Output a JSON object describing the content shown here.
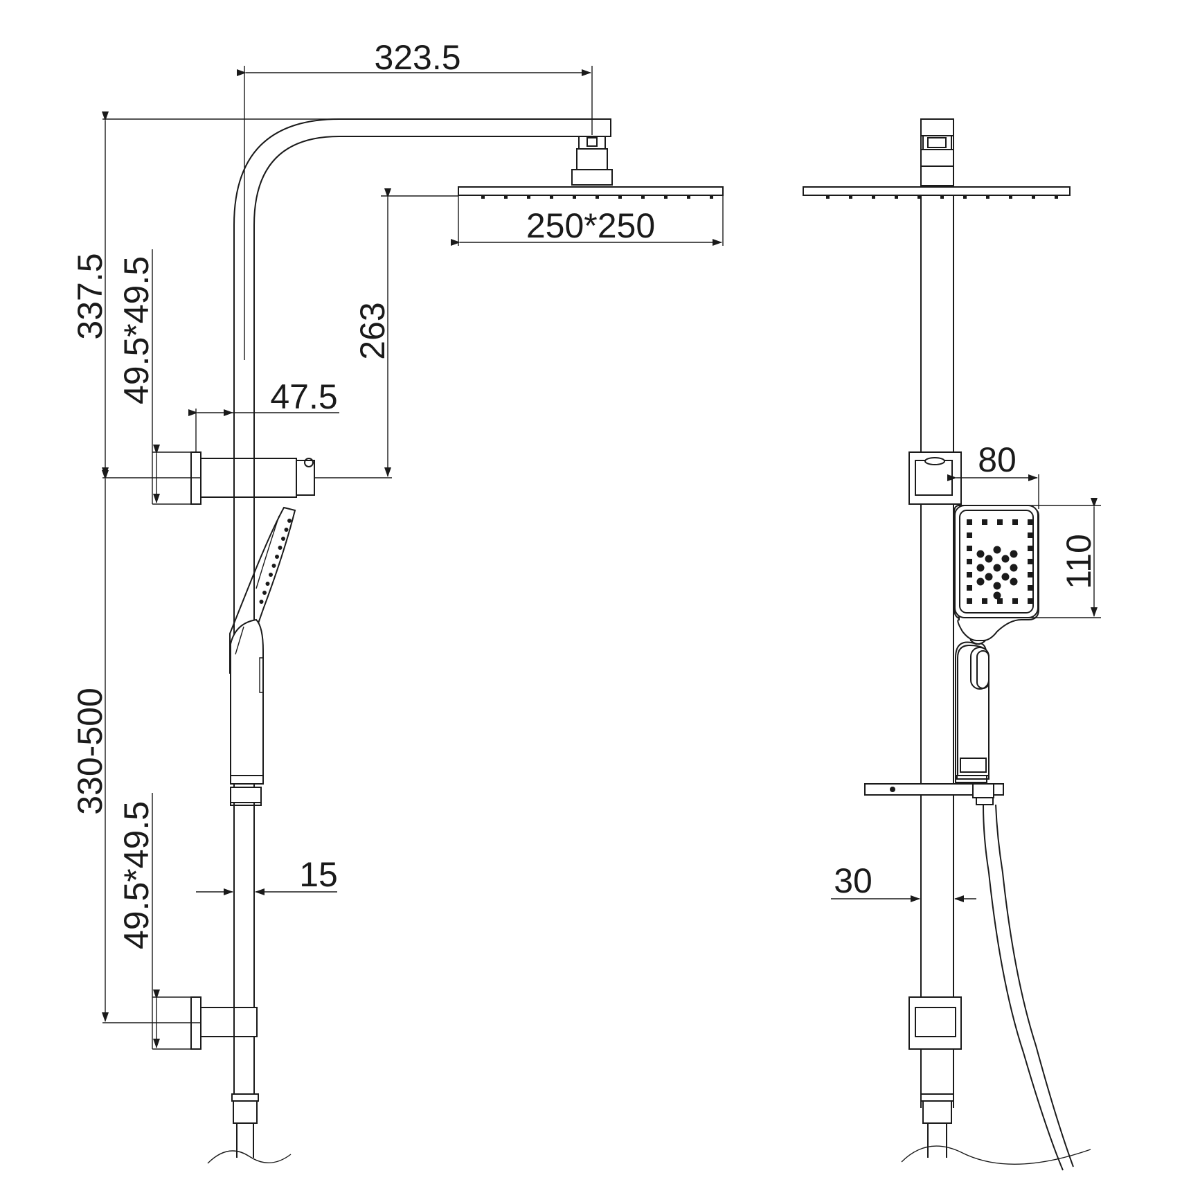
{
  "dimensions": {
    "arm_reach": "323.5",
    "overall_height_to_bracket": "337.5",
    "top_bracket_plate": "49.5*49.5",
    "bracket_offset": "47.5",
    "head_drop": "263",
    "head_size": "250*250",
    "slide_range": "330-500",
    "bottom_bracket_plate": "49.5*49.5",
    "rail_diameter_side": "15",
    "handset_width": "80",
    "handset_height": "110",
    "rail_diameter_front": "30"
  },
  "colors": {
    "line": "#1a1a1a",
    "background": "#ffffff"
  }
}
